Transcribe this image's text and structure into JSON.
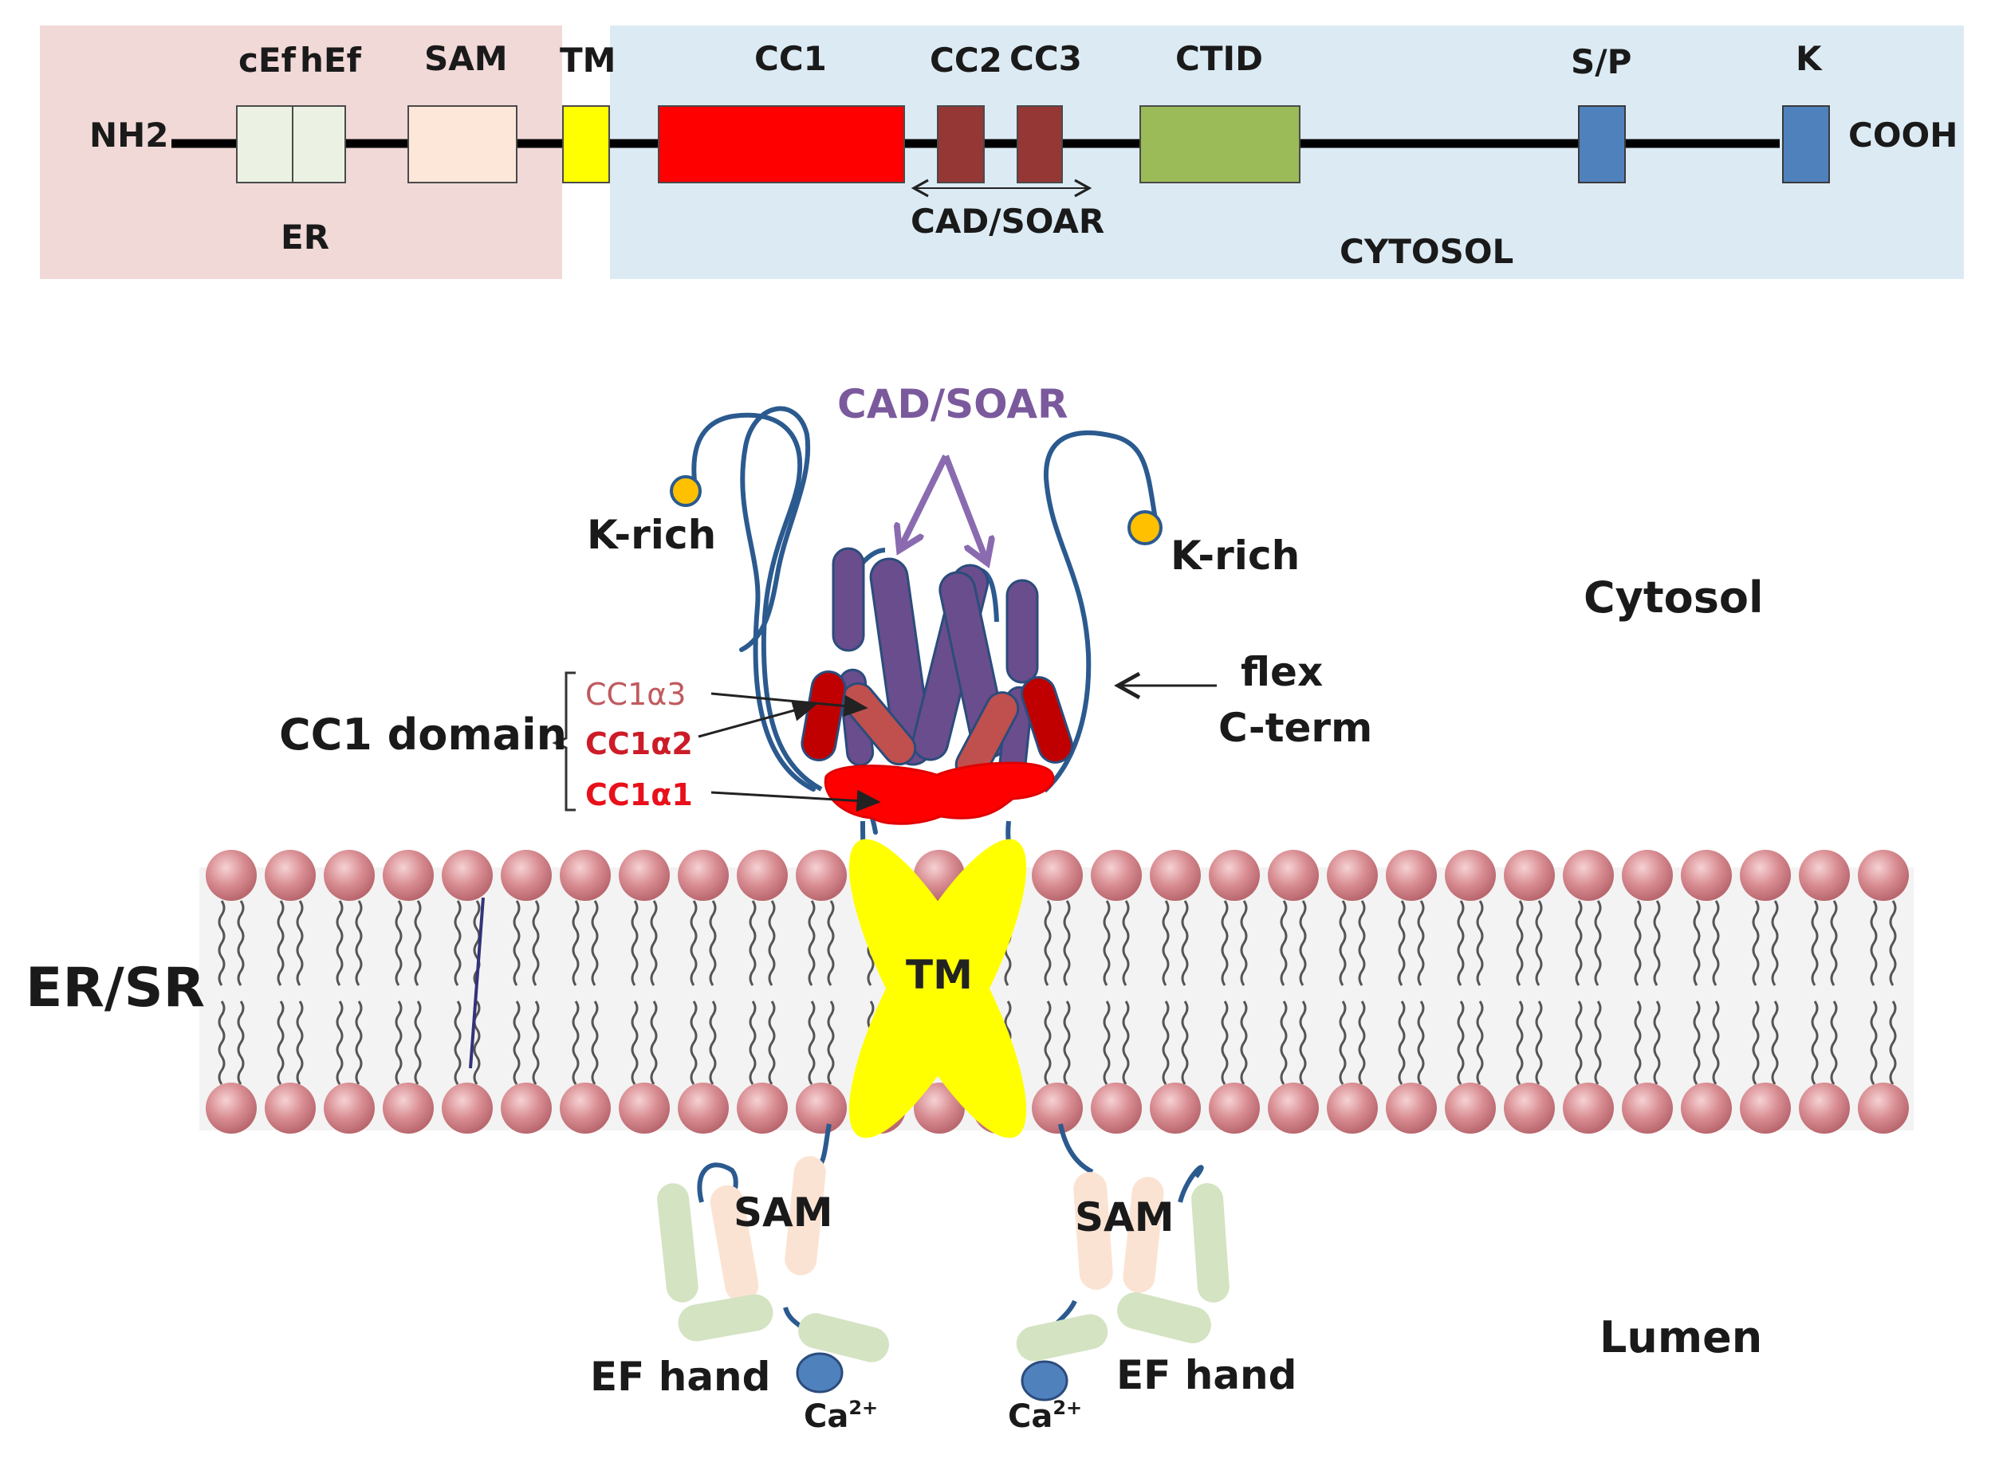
{
  "linear_map": {
    "terminal_n": "NH2",
    "terminal_c": "COOH",
    "region_er": "ER",
    "region_cytosol": "CYTOSOL",
    "domains": {
      "cEf": "cEf",
      "hEf": "hEf",
      "SAM": "SAM",
      "TM": "TM",
      "CC1": "CC1",
      "CC2": "CC2",
      "CC3": "CC3",
      "CTID": "CTID",
      "SP": "S/P",
      "K": "K"
    },
    "cad_soar": "CAD/SOAR"
  },
  "structure": {
    "cad_soar": "CAD/SOAR",
    "k_rich_left": "K-rich",
    "k_rich_right": "K-rich",
    "cytosol": "Cytosol",
    "flex_line1": "flex",
    "flex_line2": "C-term",
    "cc1_domain": "CC1 domain",
    "cc1a3": "CC1α3",
    "cc1a2": "CC1α2",
    "cc1a1": "CC1α1",
    "membrane": "ER/SR",
    "tm": "TM",
    "sam_left": "SAM",
    "sam_right": "SAM",
    "ef_hand_left": "EF hand",
    "ef_hand_right": "EF hand",
    "ca_base": "Ca",
    "ca_charge": "2+",
    "lumen": "Lumen"
  },
  "colors": {
    "er_region": "#f1d9d8",
    "cytosol_region": "#dcebf3",
    "cEf_hEf": "#ebf2e3",
    "sam": "#fce7d9",
    "tm": "#ffff00",
    "cc1": "#ff0000",
    "cc2_cc3": "#953735",
    "ctid": "#9bbb59",
    "sp_k": "#4f81bd",
    "cad_soar_text": "#7a5a9c",
    "helix_purple": "#6a4d8c",
    "cc1a1_red": "#ff0000",
    "cc1a2_darkred": "#c00000",
    "cc1a3_salmon": "#c0504d",
    "k_rich_dot": "#ffc000",
    "ca_dot": "#4f81bd",
    "ef_green": "#d4e3c2",
    "sam_peach": "#fbe3d3",
    "lipid_head": "#c9787c",
    "backbone": "#2b5a8f"
  }
}
